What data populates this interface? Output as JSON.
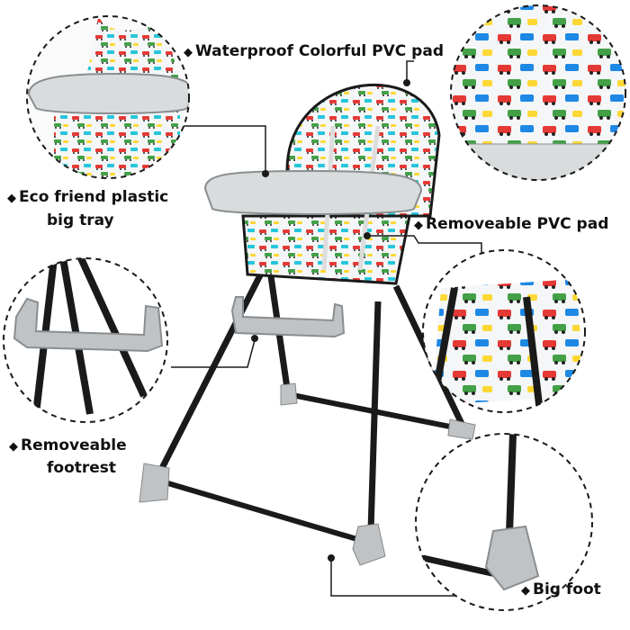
{
  "colors": {
    "frame": "#1a1a1a",
    "tray": "#d9dcdd",
    "plastic": "#bfc3c5",
    "pad_bg": "#f4f6f7",
    "accent_palette": [
      "#e53935",
      "#43a047",
      "#1e88e5",
      "#fdd835",
      "#26c6da",
      "#8e24aa",
      "#fb8c00"
    ]
  },
  "labels": {
    "bullet": "◆",
    "waterproof_pad": "Waterproof Colorful PVC pad",
    "tray_line1": "Eco friend plastic",
    "tray_line2": "big tray",
    "removeable_pad": "Removeable PVC pad",
    "footrest_line1": "Removeable",
    "footrest_line2": "footrest",
    "big_foot": "Big foot"
  },
  "icons": {
    "callout_dot": "dot-icon",
    "label_marker": "diamond-icon"
  }
}
